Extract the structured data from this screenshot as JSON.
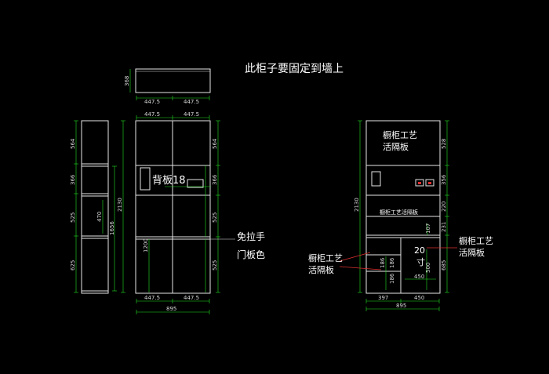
{
  "note": "此柜子要固定到墙上",
  "colors": {
    "background": "#000000",
    "outline": "#e6e6e6",
    "dimension": "#22e022",
    "leader": "#e03030",
    "text": "#ffffff"
  },
  "top_view": {
    "depth": "368",
    "widths": [
      "447.5",
      "447.5"
    ]
  },
  "front": {
    "top_widths": [
      "447.5",
      "447.5"
    ],
    "bottom_widths": [
      "447.5",
      "447.5"
    ],
    "total_width": "895",
    "height": "2130",
    "left_heights": [
      "564",
      "366",
      "525",
      "625"
    ],
    "mid_height": "1656",
    "inner_height": "470",
    "right_heights": [
      "564",
      "366",
      "525",
      "525"
    ],
    "lower_height": "1200",
    "back_label": "背板18",
    "callout_line1": "免拉手",
    "callout_line2": "门板色"
  },
  "interior": {
    "height": "2130",
    "label_top_1": "橱柜工艺",
    "label_top_2": "活隔板",
    "label_mid": "橱柜工艺活隔板",
    "right_heights": [
      "528",
      "356",
      "220",
      "231",
      "685"
    ],
    "inner_107": "107",
    "size_label_1": "20",
    "size_label_2": "寸",
    "inner_500": "500",
    "inner_450": "450",
    "small_186": [
      "186",
      "186",
      "186"
    ],
    "bottom_widths": [
      "397",
      "450"
    ],
    "total_width": "895",
    "callout_right_1": "橱柜工艺",
    "callout_right_2": "活隔板",
    "callout_left_1": "橱柜工艺",
    "callout_left_2": "活隔板"
  }
}
